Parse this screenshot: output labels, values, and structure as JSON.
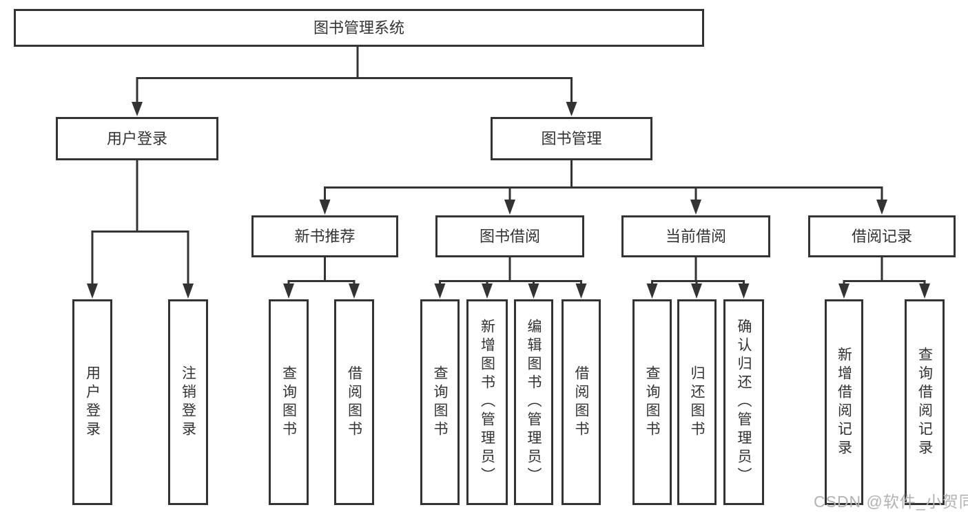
{
  "diagram": {
    "type": "hierarchy-tree",
    "root": {
      "label": "图书管理系统"
    },
    "branches": [
      {
        "label": "用户登录",
        "children": [
          {
            "label": "用户登录"
          },
          {
            "label": "注销登录"
          }
        ]
      },
      {
        "label": "图书管理",
        "children": [
          {
            "label": "新书推荐",
            "children": [
              {
                "label": "查询图书"
              },
              {
                "label": "借阅图书"
              }
            ]
          },
          {
            "label": "图书借阅",
            "children": [
              {
                "label": "查询图书"
              },
              {
                "label": "新增图书（管理员）"
              },
              {
                "label": "编辑图书（管理员）"
              },
              {
                "label": "借阅图书"
              }
            ]
          },
          {
            "label": "当前借阅",
            "children": [
              {
                "label": "查询图书"
              },
              {
                "label": "归还图书"
              },
              {
                "label": "确认归还（管理员）"
              }
            ]
          },
          {
            "label": "借阅记录",
            "children": [
              {
                "label": "新增借阅记录"
              },
              {
                "label": "查询借阅记录"
              }
            ]
          }
        ]
      }
    ]
  },
  "colors": {
    "line": "#333333",
    "node_border": "#333333",
    "node_text": "#333333",
    "background": "#ffffff",
    "watermark": "#b2b2b2"
  },
  "watermark": {
    "text": "CSDN @软件_小贺同学"
  }
}
